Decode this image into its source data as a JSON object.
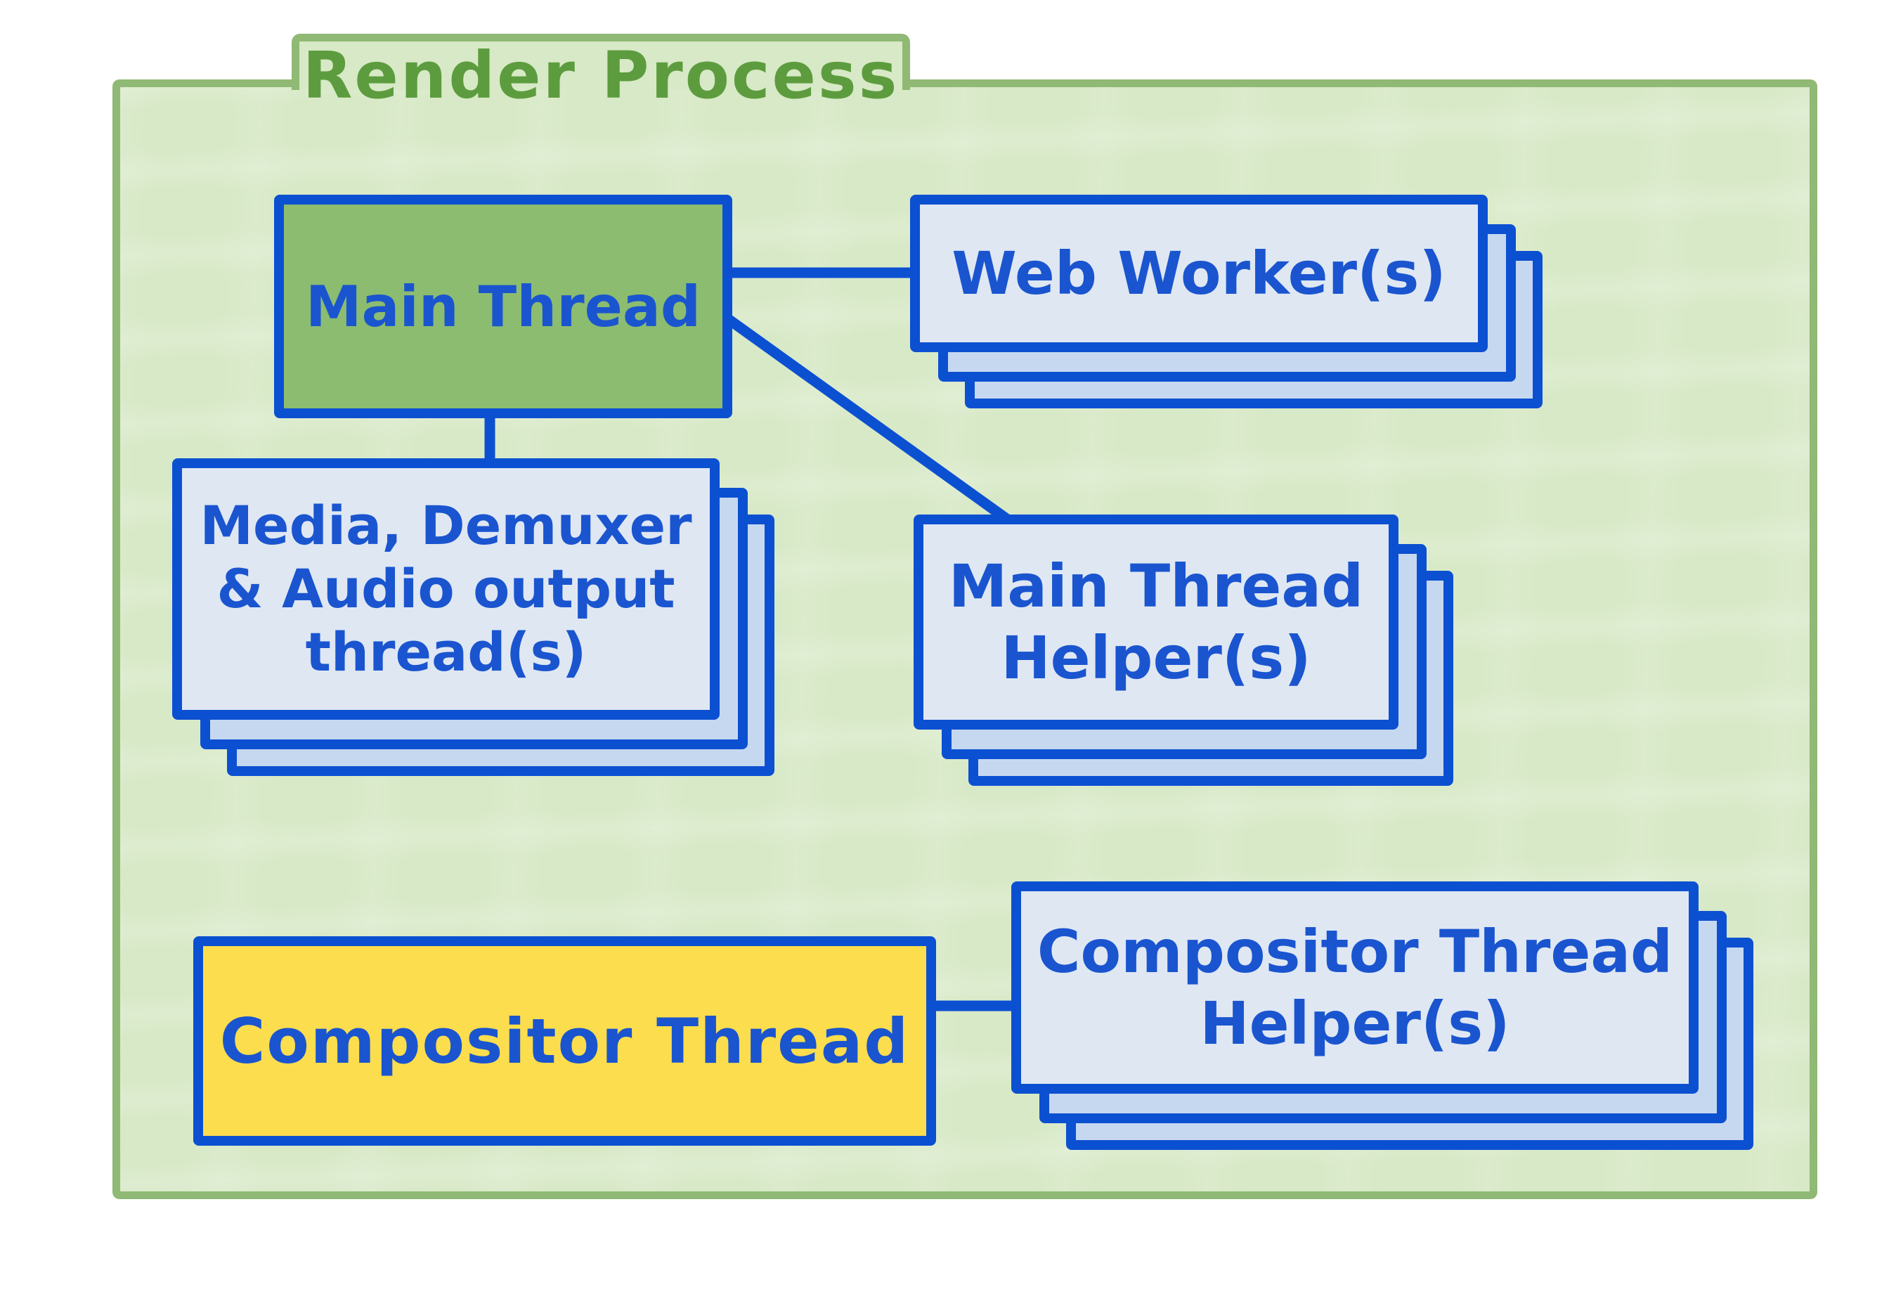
{
  "diagram": {
    "title": "Render Process",
    "nodes": {
      "main_thread": {
        "label": "Main Thread",
        "fill": "#8cbc70",
        "stacked": false
      },
      "web_workers": {
        "label": "Web Worker(s)",
        "stacked": true
      },
      "media_threads": {
        "lines": [
          "Media, Demuxer",
          "& Audio output",
          "thread(s)"
        ],
        "stacked": true
      },
      "main_thread_helpers": {
        "lines": [
          "Main Thread",
          "Helper(s)"
        ],
        "stacked": true
      },
      "compositor_thread": {
        "label": "Compositor Thread",
        "fill": "#fbdd4e",
        "stacked": false
      },
      "compositor_thread_helpers": {
        "lines": [
          "Compositor Thread",
          "Helper(s)"
        ],
        "stacked": true
      }
    },
    "edges": [
      {
        "from": "main_thread",
        "to": "web_workers"
      },
      {
        "from": "main_thread",
        "to": "media_threads"
      },
      {
        "from": "main_thread",
        "to": "main_thread_helpers"
      },
      {
        "from": "compositor_thread",
        "to": "compositor_thread_helpers"
      }
    ],
    "colors": {
      "container_fill": "#d7e9c6",
      "container_border": "#8fb974",
      "title_green": "#5d9c3e",
      "node_green": "#8cbc70",
      "node_yellow": "#fbdd4e",
      "card_front": "#dfe7f3",
      "card_back": "#c6d8f0",
      "ink_blue": "#0c50d2",
      "text_blue": "#1a55cf"
    }
  }
}
